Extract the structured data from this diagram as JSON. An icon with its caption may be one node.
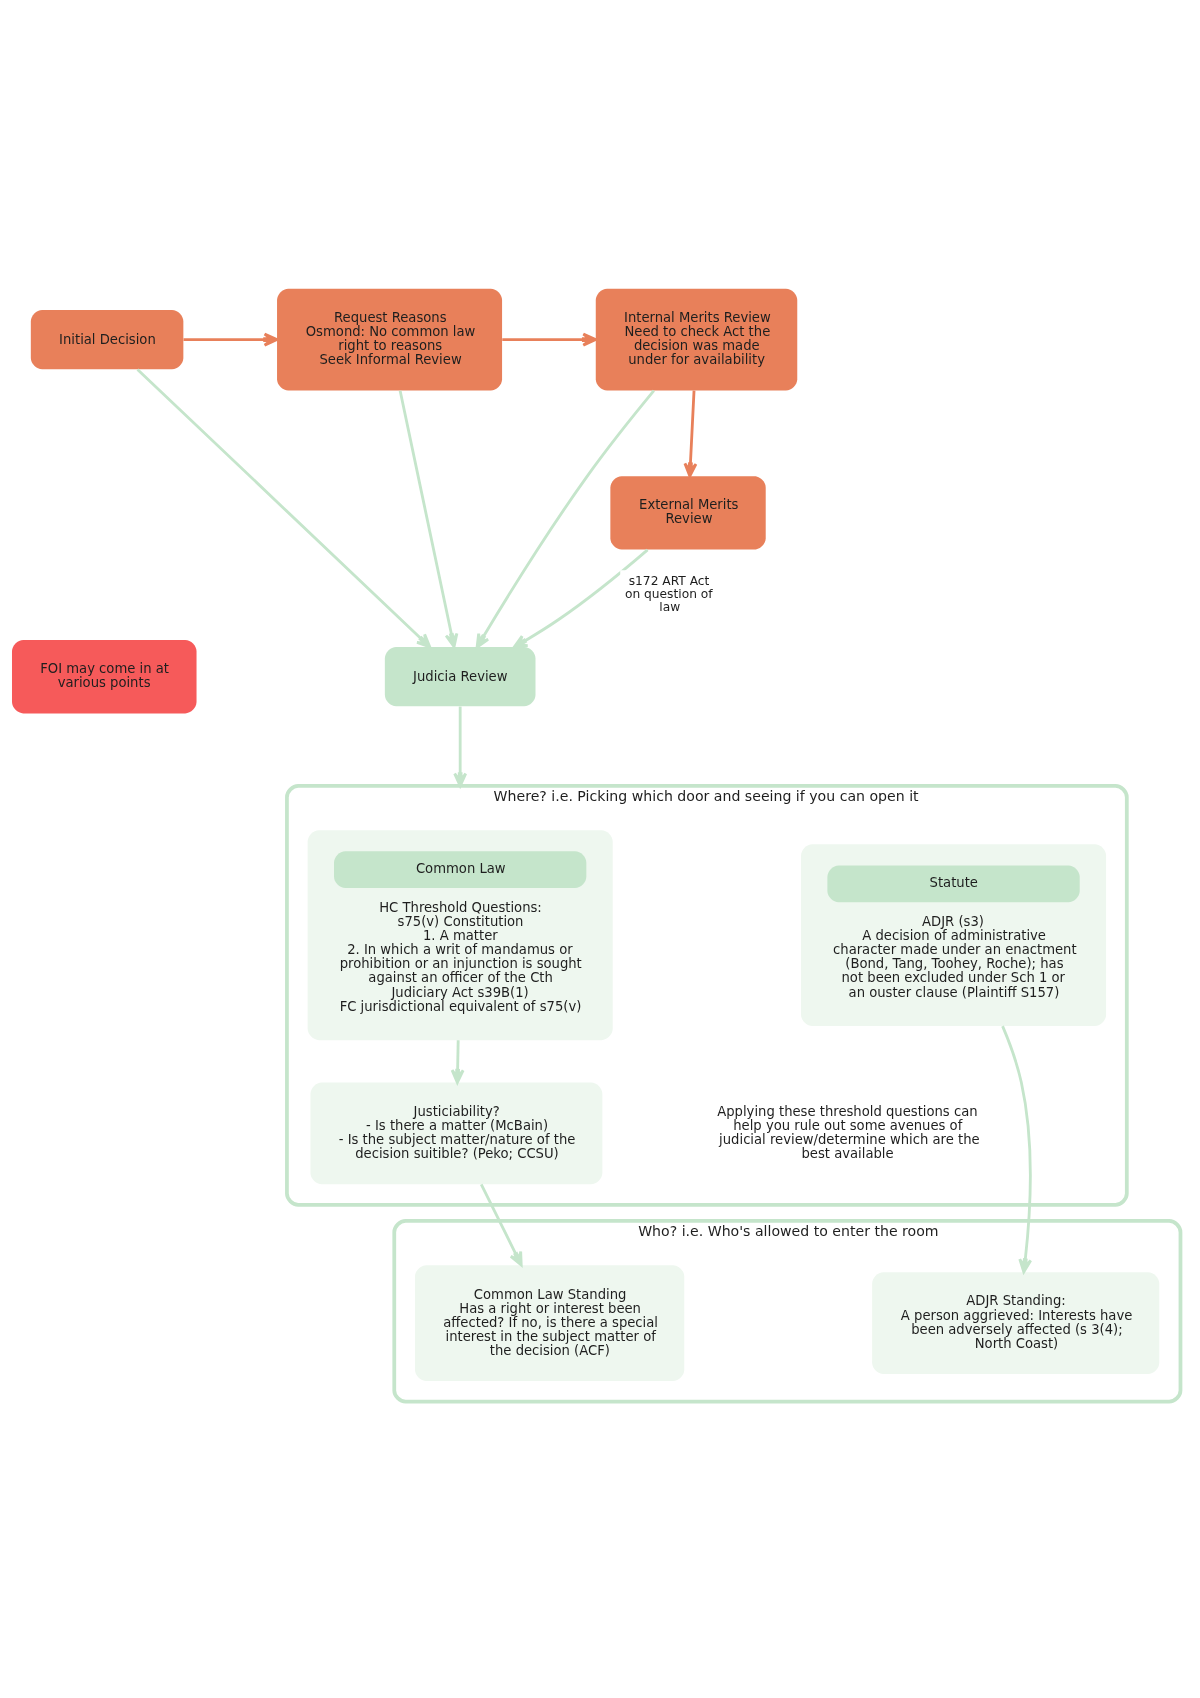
{
  "diagram": {
    "nodes": [
      {
        "text": [
          "Initial Decision"
        ]
      },
      {
        "text": [
          "Request Reasons",
          "Osmond: No common law right to reasons",
          "Seek Informal Review"
        ]
      },
      {
        "text": [
          "Internal Merits Review",
          "Need to check Act the decision was made under for availability"
        ]
      },
      {
        "text": [
          "FOI may come in at various points"
        ]
      },
      {
        "text": [
          "Judicia Review"
        ]
      },
      {
        "text": [
          "External Merits Review"
        ]
      },
      {
        "text": [
          "Where? i.e. Picking which door and seeing if you can open it"
        ]
      },
      {
        "text": [
          "Common Law",
          "HC Threshold Questions:",
          "s75(v) Constitution",
          "1. A matter",
          "2. In which a writ of mandamus or prohibition or an injunction is sought against an officer of the Cth",
          "Judiciary Act s39B(1)",
          "FC jurisdictional equivalent of s75(v)"
        ],
        "in": 6
      },
      {
        "text": [
          "Statute",
          "ADJR (s3)",
          "A decision of administrative character made under an enactment (Bond, Tang, Toohey, Roche); has not been excluded under Sch 1 or an ouster clause (Plaintiff S157)"
        ],
        "in": 6
      },
      {
        "text": [
          "Justiciability?",
          "- Is there a matter (McBain)",
          "- Is the subject matter/nature of the decision suitible? (Peko; CCSU)"
        ],
        "in": 6
      },
      {
        "text": [
          "Who? i.e. Who's allowed to enter the room"
        ]
      },
      {
        "text": [
          "Common Law Standing",
          "Has a right or interest been affected? If no, is there a special interest in the subject matter of the decision (ACF)"
        ],
        "in": 10
      },
      {
        "text": [
          "ADJR Standing:",
          "A person aggrieved: Interests have been adversely affected (s 3(4); North Coast)"
        ],
        "in": 10
      }
    ],
    "edges": [
      {
        "from": 0,
        "to": 1,
        "arrow": "to",
        "color": "#e8805a"
      },
      {
        "from": 1,
        "to": 2,
        "arrow": "to",
        "color": "#e8805a"
      },
      {
        "from": 0,
        "to": 4,
        "arrow": "to"
      },
      {
        "from": 1,
        "to": 4,
        "arrow": "to"
      },
      {
        "from": 2,
        "to": 4,
        "arrow": "to"
      },
      {
        "from": 2,
        "to": 5,
        "arrow": "to",
        "color": "#e8805a"
      },
      {
        "from": 5,
        "to": 4,
        "arrow": "to",
        "label": "s172 ART Act on question of law"
      },
      {
        "from": 4,
        "to": 6,
        "arrow": "to"
      },
      {
        "from": 7,
        "to": 9,
        "arrow": "to"
      },
      {
        "from": 9,
        "to": 11,
        "arrow": "to"
      },
      {
        "from": 8,
        "to": 12,
        "arrow": "to"
      }
    ],
    "labels": [
      "Applying these threshold questions can help you rule out some avenues of judicial review/determine which are the best available"
    ]
  }
}
